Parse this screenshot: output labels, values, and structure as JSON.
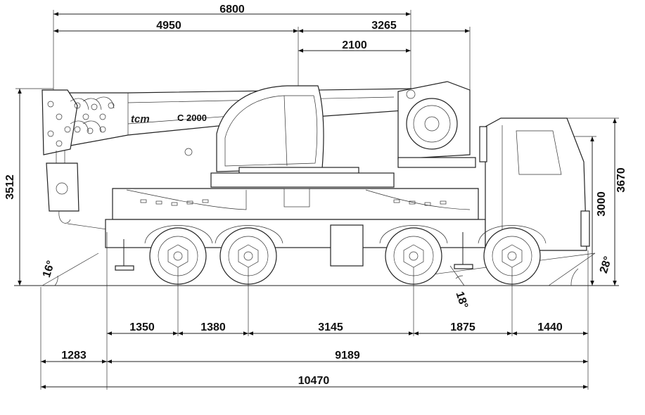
{
  "brand": {
    "logo_text": "tcm",
    "model": "C 2000"
  },
  "dimensions": {
    "top_overall": "6800",
    "top_front": "4950",
    "top_rear": "3265",
    "top_turret": "2100",
    "height_left": "3512",
    "height_cab": "3000",
    "height_right": "3670",
    "angle_rear": "16°",
    "angle_front": "28°",
    "angle_bottom": "18°",
    "wheel_gap_1": "1350",
    "wheel_gap_2": "1380",
    "wheel_gap_3": "3145",
    "wheel_gap_4": "1875",
    "wheel_gap_5": "1440",
    "overhang_rear": "1283",
    "body_length": "9189",
    "total_length": "10470"
  }
}
